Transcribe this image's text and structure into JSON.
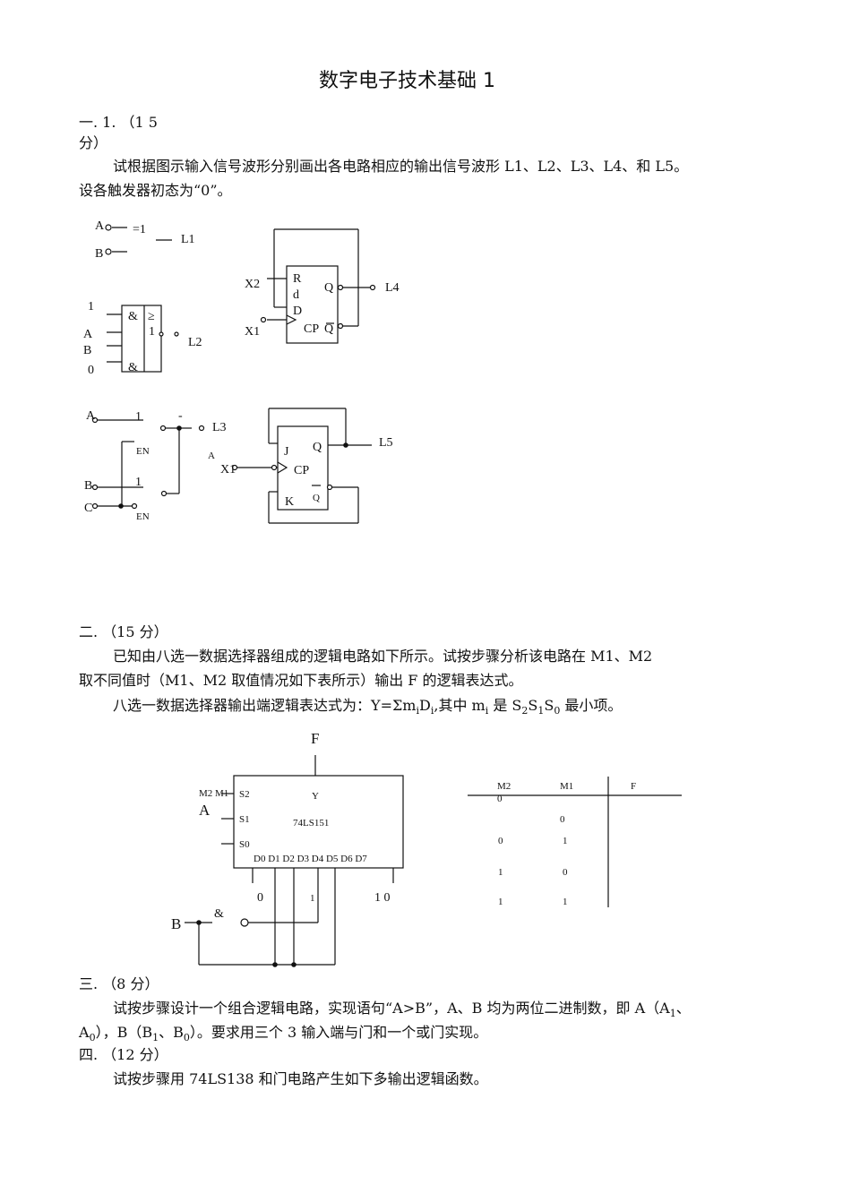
{
  "title": "数字电子技术基础 1",
  "q1": {
    "number_line": "一. 1. （1 5",
    "points_line": "分）",
    "desc_line1": "试根据图示输入信号波形分别画出各电路相应的输出信号波形 L1、L2、L3、L4、和 L5。",
    "desc_line2": "设各触发器初态为“0”。",
    "circuit": {
      "xor": {
        "in_a": "A",
        "in_b": "B",
        "symbol": "=1",
        "out": "L1"
      },
      "and_or": {
        "in_1": "1",
        "in_a": "A",
        "in_b": "B",
        "in_0": "0",
        "and1": "&",
        "and2": "&",
        "or_sym": "≥",
        "or_one": "1",
        "out": "L2"
      },
      "tristate": {
        "in_a": "A",
        "buf1": "1",
        "en1": "EN",
        "dash": "-",
        "out": "L3",
        "in_b": "B",
        "buf2": "1",
        "en2": "EN",
        "in_c": "C"
      },
      "dff": {
        "x2": "X2",
        "x1": "X1",
        "r": "R",
        "d_sub": "d",
        "d": "D",
        "q": "Q",
        "cp": "CP",
        "qbar": "Q",
        "out": "L4"
      },
      "jkff": {
        "a_small": "A",
        "x1": "X1",
        "j": "J",
        "cp": "CP",
        "k": "K",
        "q": "Q",
        "qbar": "Q",
        "out": "L5"
      }
    }
  },
  "q2": {
    "heading": "二. （15 分）",
    "line1": "已知由八选一数据选择器组成的逻辑电路如下所示。试按步骤分析该电路在 M1、M2",
    "line2": "取不同值时（M1、M2 取值情况如下表所示）输出 F 的逻辑表达式。",
    "line3_prefix": "八选一数据选择器输出端逻辑表达式为：Y=Σm",
    "line3_i1": "i",
    "line3_d": "D",
    "line3_i2": "i",
    "line3_mid": ",其中 m",
    "line3_i3": "i",
    "line3_is": " 是 S",
    "line3_2": "2",
    "line3_s1": "S",
    "line3_1": "1",
    "line3_s0": "S",
    "line3_0": "0",
    "line3_suffix": " 最小项。",
    "mux": {
      "f": "F",
      "y": "Y",
      "chip": "74LS151",
      "m2m1": "M2 M1",
      "a": "A",
      "s2": "S2",
      "s1": "S1",
      "s0": "S0",
      "d_labels": "D0 D1 D2 D3 D4 D5 D6 D7",
      "v0": "0",
      "v1": "1",
      "v10": "1 0",
      "b": "B",
      "and": "&"
    },
    "table": {
      "headers": [
        "M2",
        "M1",
        "F"
      ],
      "rows": [
        [
          "0",
          "0"
        ],
        [
          "0",
          "1"
        ],
        [
          "1",
          "0"
        ],
        [
          "1",
          "1"
        ]
      ]
    }
  },
  "q3": {
    "heading": "三. （8 分）",
    "line1": "试按步骤设计一个组合逻辑电路，实现语句“A>B”，A、B 均为两位二进制数，即 A（A",
    "a1_sub": "1",
    "a1_tail": "、",
    "line2_a0": "A",
    "a0_sub": "0",
    "line2_mid": "），B（B",
    "b1_sub": "1",
    "line2_b0": "、B",
    "b0_sub": "0",
    "line2_tail": "）。要求用三个 3 输入端与门和一个或门实现。"
  },
  "q4": {
    "heading": "四. （12 分）",
    "line1": "试按步骤用 74LS138 和门电路产生如下多输出逻辑函数。"
  }
}
